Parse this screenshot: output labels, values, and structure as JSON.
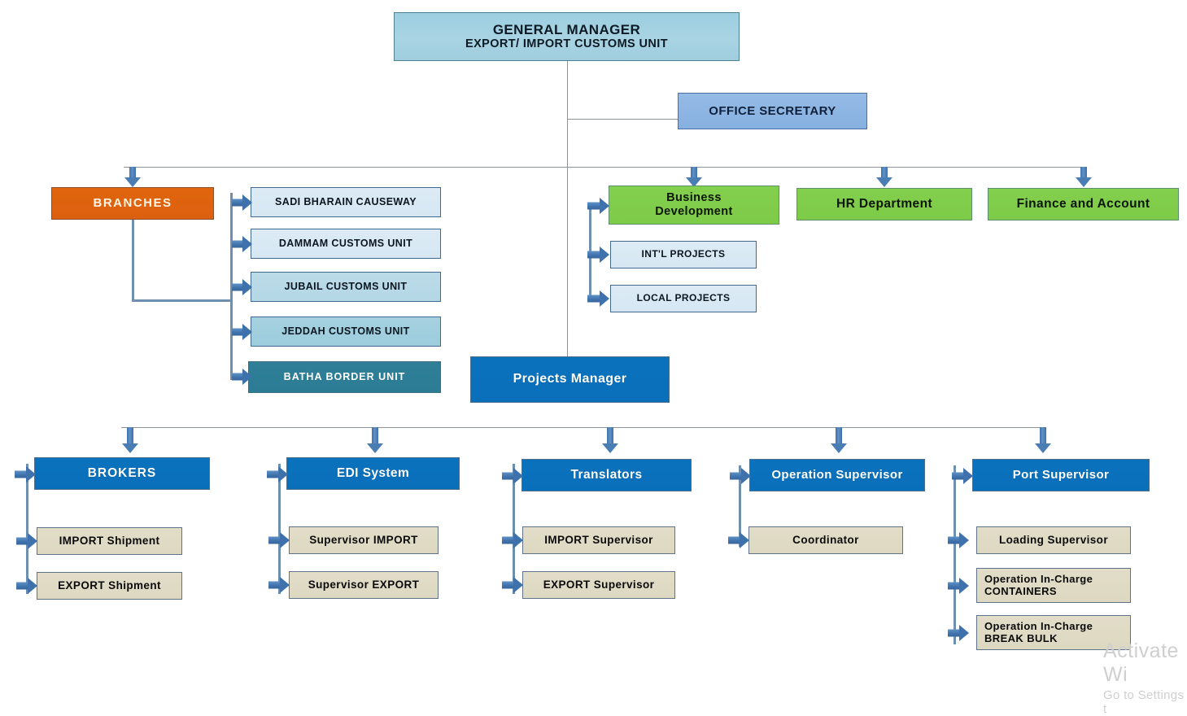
{
  "chart": {
    "type": "org-chart",
    "title": "Export / Import Customs Unit Organization Chart",
    "colors": {
      "top_level": "#a8d3e3",
      "secretary": "#8cb4e2",
      "branches": "#e0650d",
      "department_green": "#83cf4e",
      "manager_blue": "#0a72bd",
      "sub_beige": "#ded9c4",
      "branch_light": "#dcebf5",
      "branch_teal": "#2e7f97",
      "connector": "#4b7db5"
    }
  },
  "nodes": {
    "general_manager": {
      "line1": "GENERAL MANAGER",
      "line2": "EXPORT/ IMPORT CUSTOMS UNIT"
    },
    "office_secretary": {
      "label": "OFFICE SECRETARY"
    },
    "branches": {
      "label": "BRANCHES"
    },
    "branch_units": [
      {
        "label": "SADI BHARAIN CAUSEWAY"
      },
      {
        "label": "DAMMAM CUSTOMS UNIT"
      },
      {
        "label": "JUBAIL CUSTOMS UNIT"
      },
      {
        "label": "JEDDAH CUSTOMS UNIT"
      },
      {
        "label": "BATHA BORDER UNIT"
      }
    ],
    "business_development": {
      "line1": "Business",
      "line2": "Development"
    },
    "business_projects": [
      {
        "label": "INT'L PROJECTS"
      },
      {
        "label": "LOCAL PROJECTS"
      }
    ],
    "hr_department": {
      "label": "HR Department"
    },
    "finance_and_account": {
      "label": "Finance and Account"
    },
    "projects_manager": {
      "label": "Projects Manager"
    },
    "operations": [
      {
        "label": "BROKERS",
        "children": [
          {
            "line1": "IMPORT Shipment",
            "line2": ""
          },
          {
            "line1": "EXPORT Shipment",
            "line2": ""
          }
        ]
      },
      {
        "label": "EDI System",
        "children": [
          {
            "line1": "Supervisor IMPORT",
            "line2": ""
          },
          {
            "line1": "Supervisor EXPORT",
            "line2": ""
          }
        ]
      },
      {
        "label": "Translators",
        "children": [
          {
            "line1": "IMPORT Supervisor",
            "line2": ""
          },
          {
            "line1": "EXPORT Supervisor",
            "line2": ""
          }
        ]
      },
      {
        "label": "Operation Supervisor",
        "children": [
          {
            "line1": "Coordinator",
            "line2": ""
          }
        ]
      },
      {
        "label": "Port Supervisor",
        "children": [
          {
            "line1": "Loading Supervisor",
            "line2": ""
          },
          {
            "line1": "Operation In-Charge",
            "line2": "CONTAINERS"
          },
          {
            "line1": "Operation In-Charge",
            "line2": "BREAK BULK"
          }
        ]
      }
    ]
  },
  "watermark": {
    "line1": "Activate Wi",
    "line2": "Go to Settings t"
  }
}
